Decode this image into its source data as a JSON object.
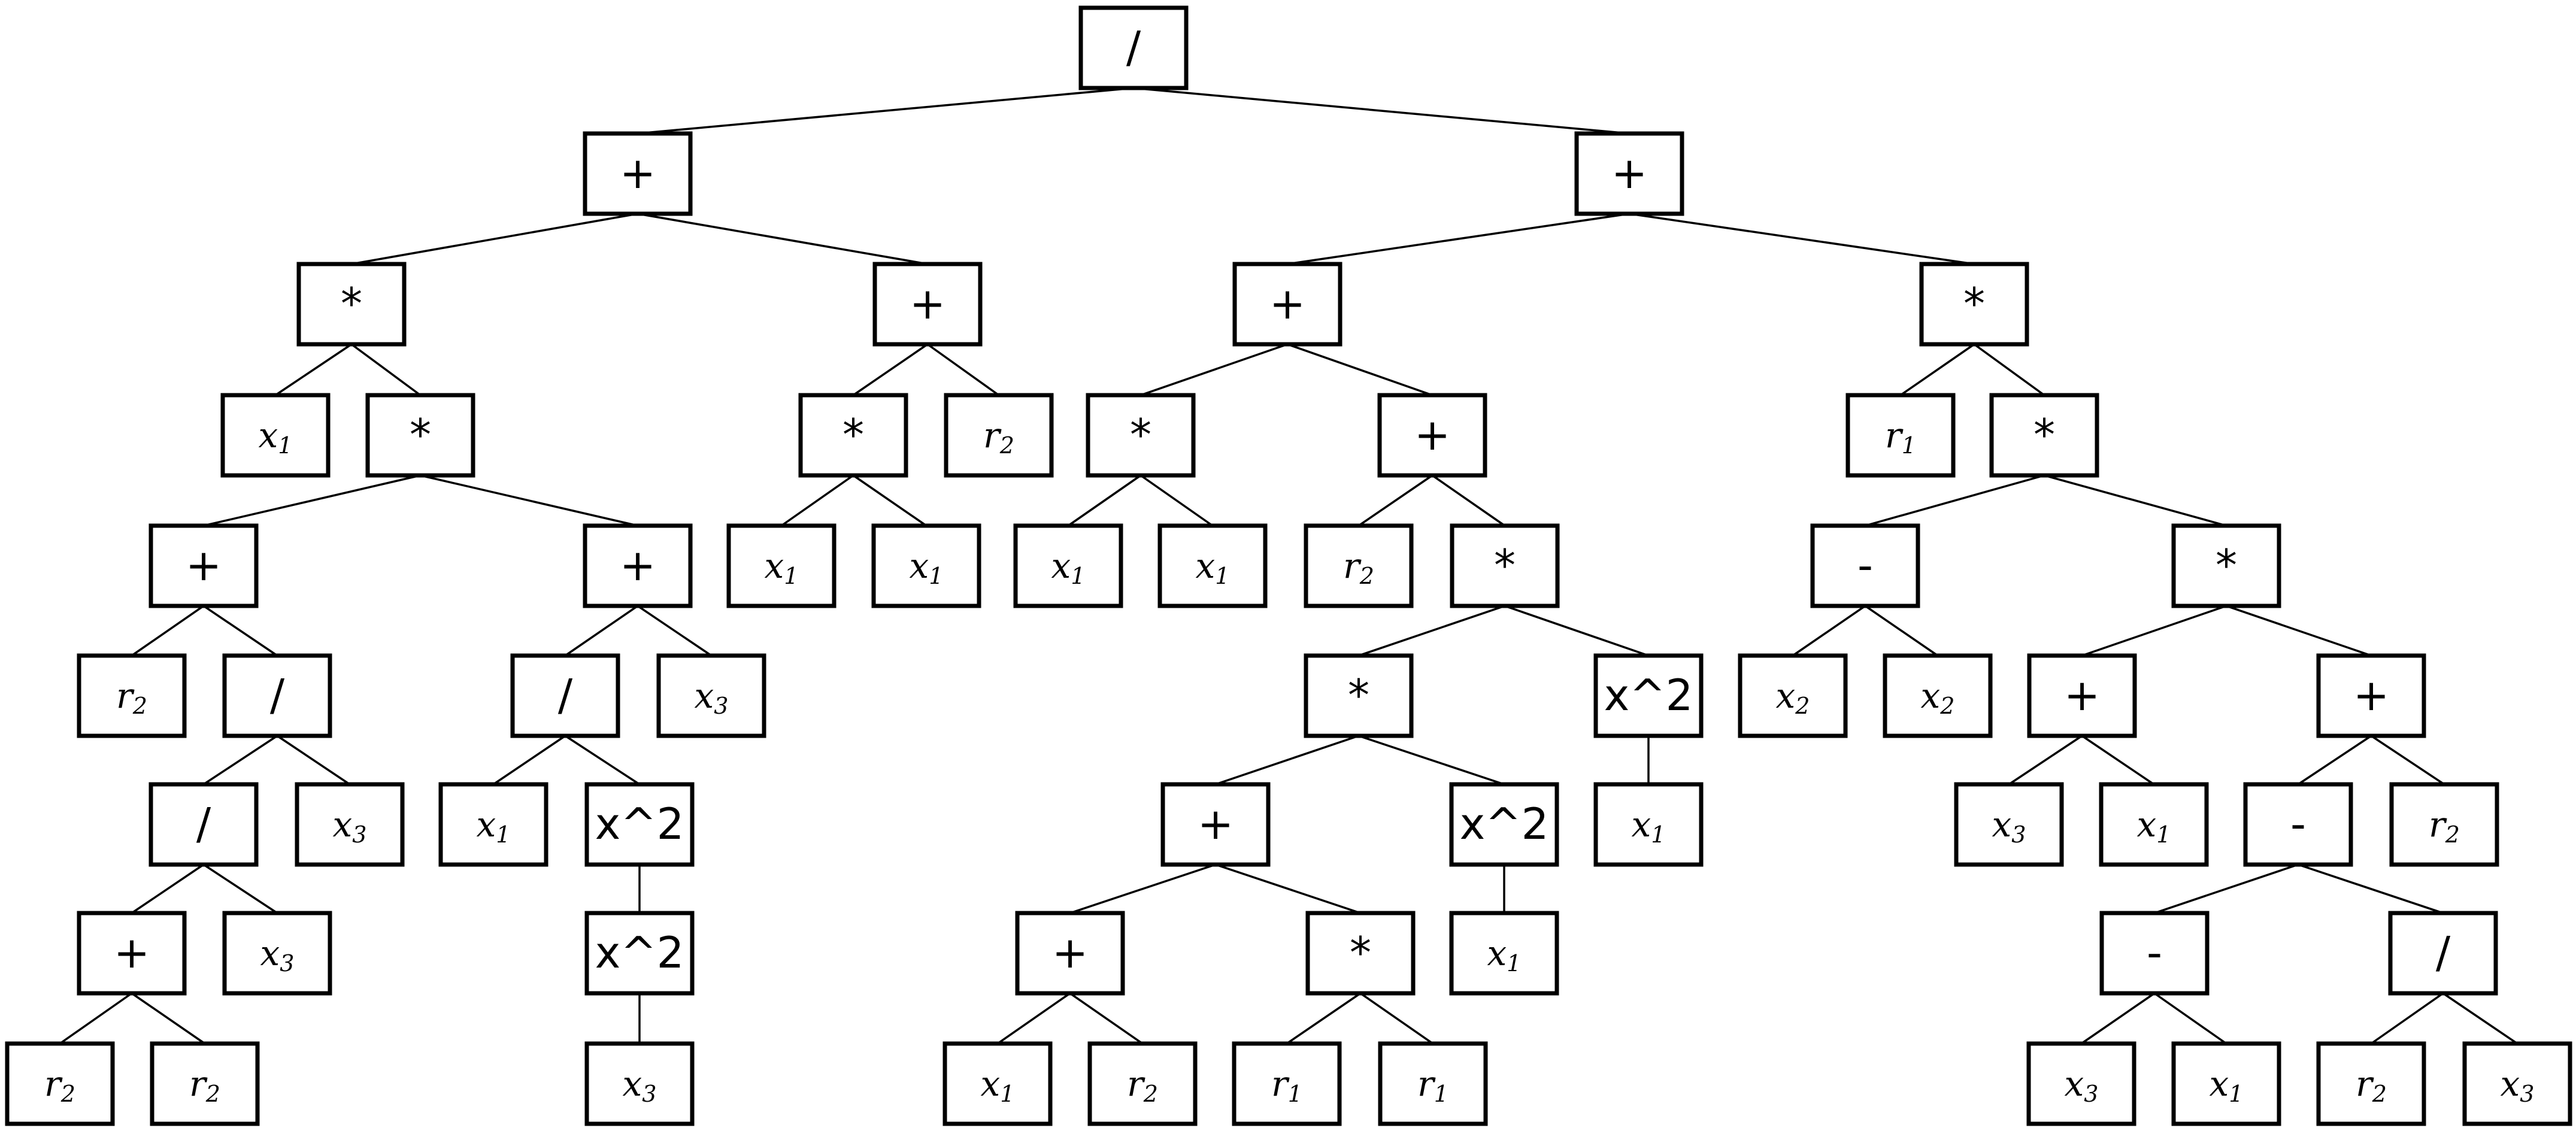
{
  "diagram": {
    "type": "expression-tree",
    "root": {
      "label": "/",
      "children": [
        {
          "label": "+",
          "children": [
            {
              "label": "*",
              "children": [
                {
                  "label": "x1"
                },
                {
                  "label": "*",
                  "children": [
                    {
                      "label": "+",
                      "children": [
                        {
                          "label": "r2"
                        },
                        {
                          "label": "/",
                          "children": [
                            {
                              "label": "/",
                              "children": [
                                {
                                  "label": "+",
                                  "children": [
                                    {
                                      "label": "r2"
                                    },
                                    {
                                      "label": "r2"
                                    }
                                  ]
                                },
                                {
                                  "label": "x3"
                                }
                              ]
                            },
                            {
                              "label": "x3"
                            }
                          ]
                        }
                      ]
                    },
                    {
                      "label": "+",
                      "children": [
                        {
                          "label": "/",
                          "children": [
                            {
                              "label": "x1"
                            },
                            {
                              "label": "x^2",
                              "children": [
                                {
                                  "label": "x^2",
                                  "children": [
                                    {
                                      "label": "x3"
                                    }
                                  ]
                                }
                              ]
                            }
                          ]
                        },
                        {
                          "label": "x3"
                        }
                      ]
                    }
                  ]
                }
              ]
            },
            {
              "label": "+",
              "children": [
                {
                  "label": "*",
                  "children": [
                    {
                      "label": "x1"
                    },
                    {
                      "label": "x1"
                    }
                  ]
                },
                {
                  "label": "r2"
                }
              ]
            }
          ]
        },
        {
          "label": "+",
          "children": [
            {
              "label": "+",
              "children": [
                {
                  "label": "*",
                  "children": [
                    {
                      "label": "x1"
                    },
                    {
                      "label": "x1"
                    }
                  ]
                },
                {
                  "label": "+",
                  "children": [
                    {
                      "label": "r2"
                    },
                    {
                      "label": "*",
                      "children": [
                        {
                          "label": "*",
                          "children": [
                            {
                              "label": "+",
                              "children": [
                                {
                                  "label": "+",
                                  "children": [
                                    {
                                      "label": "x1"
                                    },
                                    {
                                      "label": "r2"
                                    }
                                  ]
                                },
                                {
                                  "label": "*",
                                  "children": [
                                    {
                                      "label": "r1"
                                    },
                                    {
                                      "label": "r1"
                                    }
                                  ]
                                }
                              ]
                            },
                            {
                              "label": "x^2",
                              "children": [
                                {
                                  "label": "x1"
                                }
                              ]
                            }
                          ]
                        },
                        {
                          "label": "x^2",
                          "children": [
                            {
                              "label": "x1"
                            }
                          ]
                        }
                      ]
                    }
                  ]
                }
              ]
            },
            {
              "label": "*",
              "children": [
                {
                  "label": "r1"
                },
                {
                  "label": "*",
                  "children": [
                    {
                      "label": "-",
                      "children": [
                        {
                          "label": "x2"
                        },
                        {
                          "label": "x2"
                        }
                      ]
                    },
                    {
                      "label": "*",
                      "children": [
                        {
                          "label": "+",
                          "children": [
                            {
                              "label": "x3"
                            },
                            {
                              "label": "x1"
                            }
                          ]
                        },
                        {
                          "label": "+",
                          "children": [
                            {
                              "label": "-",
                              "children": [
                                {
                                  "label": "-",
                                  "children": [
                                    {
                                      "label": "x3"
                                    },
                                    {
                                      "label": "x1"
                                    }
                                  ]
                                },
                                {
                                  "label": "/",
                                  "children": [
                                    {
                                      "label": "r2"
                                    },
                                    {
                                      "label": "x3"
                                    }
                                  ]
                                }
                              ]
                            },
                            {
                              "label": "r2"
                            }
                          ]
                        }
                      ]
                    }
                  ]
                }
              ]
            }
          ]
        }
      ]
    }
  }
}
